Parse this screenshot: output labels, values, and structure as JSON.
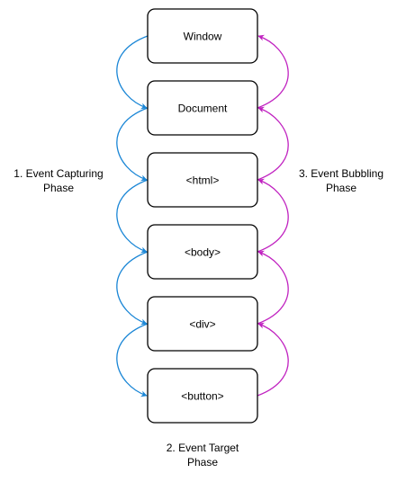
{
  "nodes": [
    {
      "label": "Window"
    },
    {
      "label": "Document"
    },
    {
      "label": "<html>"
    },
    {
      "label": "<body>"
    },
    {
      "label": "<div>"
    },
    {
      "label": "<button>"
    }
  ],
  "phases": {
    "capturing": {
      "line1": "1. Event Capturing",
      "line2": "Phase"
    },
    "bubbling": {
      "line1": "3. Event Bubbling",
      "line2": "Phase"
    },
    "target": {
      "line1": "2. Event Target",
      "line2": "Phase"
    }
  },
  "colors": {
    "capture_arrow": "#1a86d6",
    "bubble_arrow": "#c021c0",
    "box_stroke": "#000000"
  }
}
